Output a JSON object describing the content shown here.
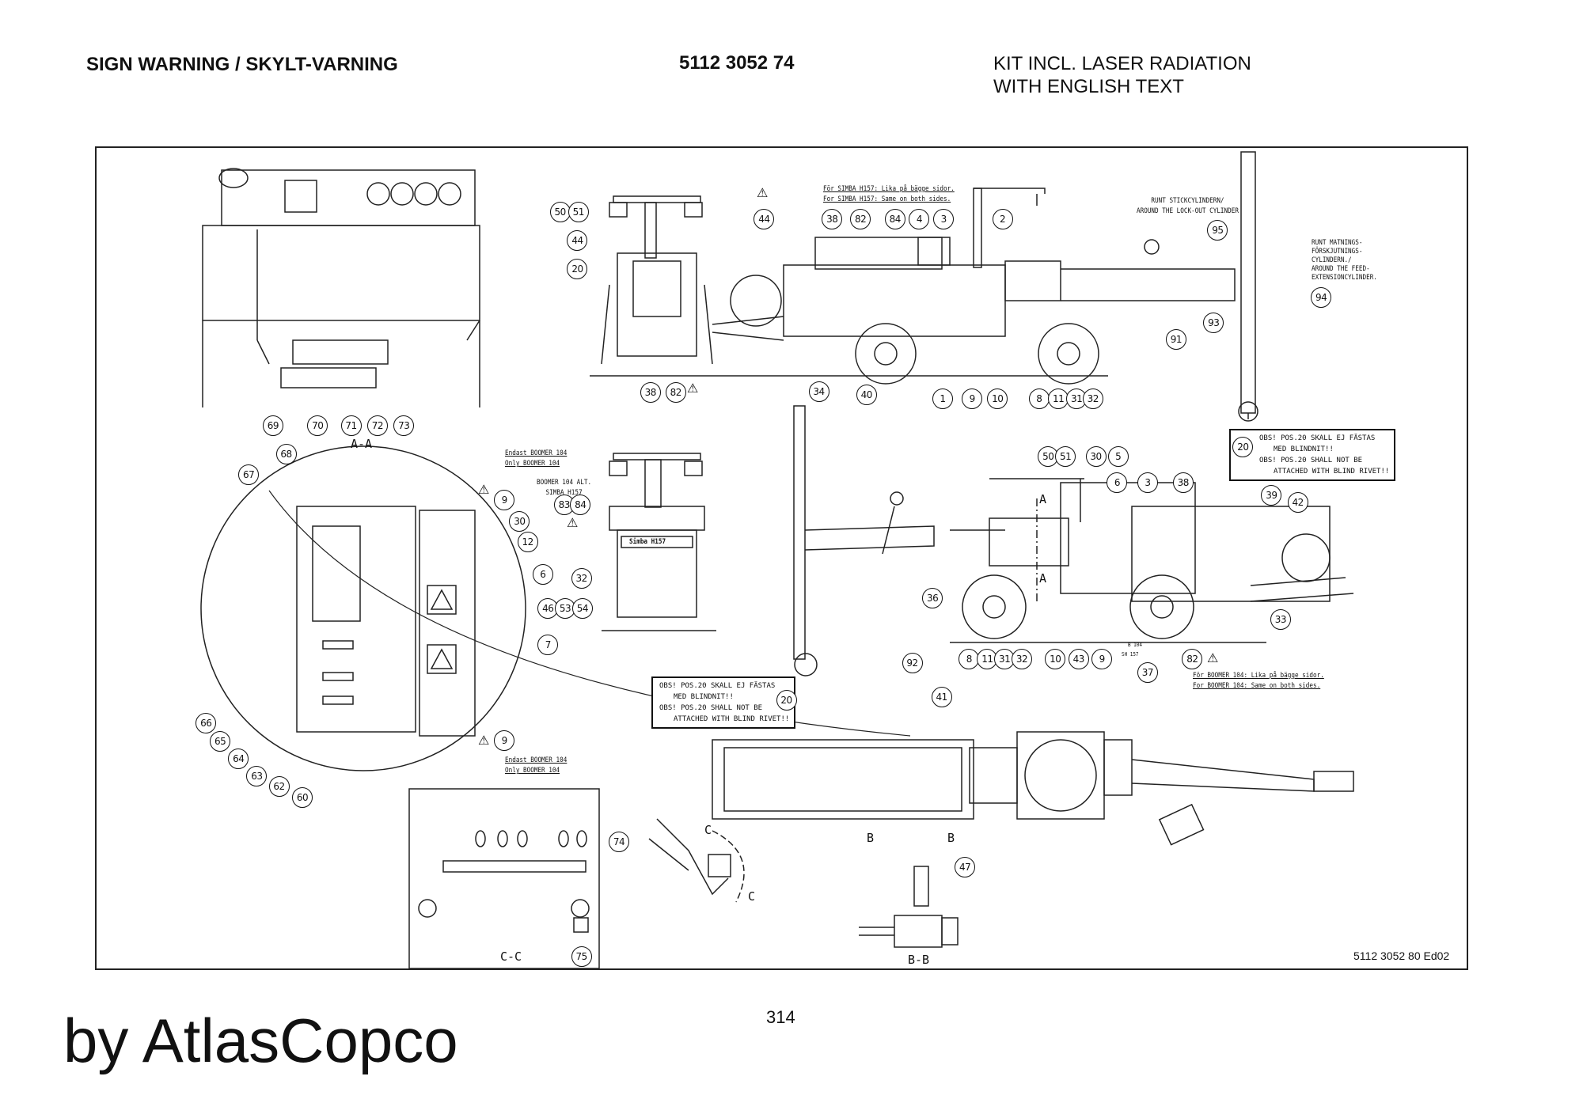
{
  "header": {
    "title": "SIGN WARNING / SKYLT-VARNING",
    "part_number": "5112 3052 74",
    "description_line1": "KIT INCL. LASER RADIATION",
    "description_line2": "WITH ENGLISH TEXT"
  },
  "drawing": {
    "drawing_number": "5112 3052 80 Ed02",
    "section_labels": {
      "aa": "A-A",
      "cc": "C-C",
      "bb": "B-B",
      "a": "A",
      "b": "B",
      "c": "C"
    },
    "notes": {
      "simba_sv": "För SIMBA H157: Lika på bägge sidor.",
      "simba_en": "For SIMBA H157: Same on both sides.",
      "lockout_sv": "RUNT STICKCYLINDERN/",
      "lockout_en": "AROUND THE LOCK-OUT CYLINDER",
      "feed_1": "RUNT MATNINGS-",
      "feed_2": "FÖRSKJUTNINGS-",
      "feed_3": "CYLINDERN./",
      "feed_4": "AROUND THE FEED-",
      "feed_5": "EXTENSIONCYLINDER.",
      "boomer_only_sv": "Endast BOOMER 104",
      "boomer_only_en": "Only BOOMER 104",
      "boomer_alt_1": "BOOMER 104  ALT.",
      "boomer_alt_2": "SIMBA H157",
      "b104": "B 104",
      "sh157": "SH 157",
      "boomer_sv": "För BOOMER 104: Lika på bägge sidor.",
      "boomer_en": "For BOOMER 104: Same on both sides.",
      "obs_1": "OBS! POS.20 SKALL EJ FÄSTAS",
      "obs_2": "MED BLINDNIT!!",
      "obs_3": "OBS! POS.20 SHALL NOT BE",
      "obs_4": "ATTACHED WITH BLIND RIVET!!",
      "plate_text": "Simba H157"
    },
    "callouts": [
      "69",
      "70",
      "71",
      "72",
      "73",
      "50",
      "51",
      "44",
      "20",
      "38",
      "82",
      "44",
      "38",
      "82",
      "84",
      "4",
      "3",
      "2",
      "95",
      "94",
      "93",
      "91",
      "34",
      "40",
      "1",
      "9",
      "10",
      "8",
      "11",
      "31",
      "32",
      "20",
      "68",
      "67",
      "9",
      "30",
      "12",
      "6",
      "46",
      "53",
      "54",
      "7",
      "66",
      "65",
      "64",
      "63",
      "62",
      "60",
      "9",
      "83",
      "84",
      "32",
      "50",
      "51",
      "30",
      "5",
      "6",
      "3",
      "38",
      "39",
      "42",
      "36",
      "33",
      "92",
      "8",
      "11",
      "31",
      "32",
      "10",
      "43",
      "9",
      "37",
      "82",
      "20",
      "41",
      "47",
      "74",
      "75"
    ]
  },
  "footer": {
    "page_number": "314",
    "brand": "by AtlasCopco"
  }
}
